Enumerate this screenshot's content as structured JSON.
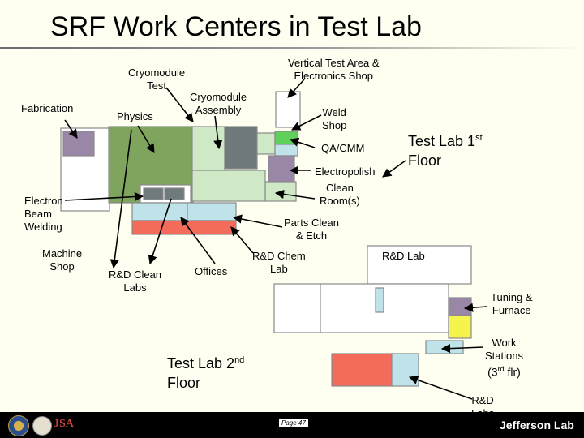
{
  "title": "SRF Work Centers in Test Lab",
  "labels": {
    "vertical_test": "Vertical Test Area &\nElectronics Shop",
    "cryomodule_test": "Cryomodule\nTest",
    "fabrication": "Fabrication",
    "physics": "Physics",
    "cryomodule_assembly": "Cryomodule\nAssembly",
    "weld_shop": "Weld\nShop",
    "qa_cmm": "QA/CMM",
    "electropolish": "Electropolish",
    "clean_rooms": "Clean\nRoom(s)",
    "electron_beam_welding": "Electron\nBeam\nWelding",
    "parts_clean_etch": "Parts Clean\n& Etch",
    "machine_shop": "Machine\nShop",
    "rd_clean_labs": "R&D Clean\nLabs",
    "offices": "Offices",
    "rd_chem_lab": "R&D Chem\nLab",
    "rd_lab": "R&D Lab",
    "tuning_furnace": "Tuning &\nFurnace",
    "rd_labs_bottom": "R&D\nLabs"
  },
  "floor1": {
    "text": "Test Lab 1",
    "sup": "st",
    "line2": "Floor"
  },
  "floor2": {
    "text": "Test Lab 2",
    "sup": "nd",
    "line2": "Floor"
  },
  "work_stations": {
    "line1": "Work",
    "line2": "Stations",
    "line3a": "(3",
    "sup": "rd",
    "line3b": " flr)"
  },
  "footer": {
    "page": "Page 47",
    "lab_name": "Jefferson Lab",
    "logo_text": "JSA"
  },
  "colors": {
    "background": "#fefff0",
    "light_green": "#cfe8c5",
    "dark_green": "#7ea45e",
    "purple": "#9a86a6",
    "slate": "#6f7a7c",
    "light_blue": "#bfe3e8",
    "red": "#f26b5b",
    "yellow": "#f4f44c",
    "bright_green": "#5fd15b"
  }
}
